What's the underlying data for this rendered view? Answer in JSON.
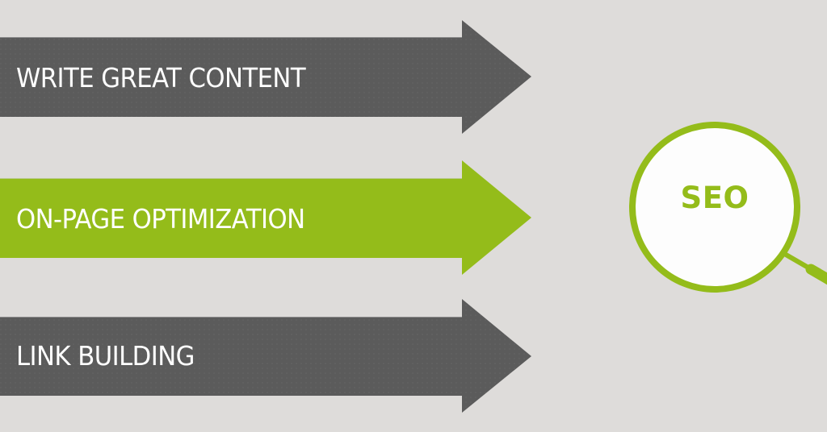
{
  "colors": {
    "background": "#dedcda",
    "dark_arrow": "#5b5b5b",
    "green": "#94bc1a",
    "lens_fill": "#fdfdfd",
    "text_light": "#ffffff"
  },
  "arrows": [
    {
      "label": "WRITE GREAT CONTENT",
      "color": "dark",
      "highlighted": false
    },
    {
      "label": "ON-PAGE OPTIMIZATION",
      "color": "green",
      "highlighted": true
    },
    {
      "label": "LINK BUILDING",
      "color": "dark",
      "highlighted": false
    }
  ],
  "magnifier": {
    "icon": "magnifying-glass-icon",
    "label": "SEO"
  }
}
